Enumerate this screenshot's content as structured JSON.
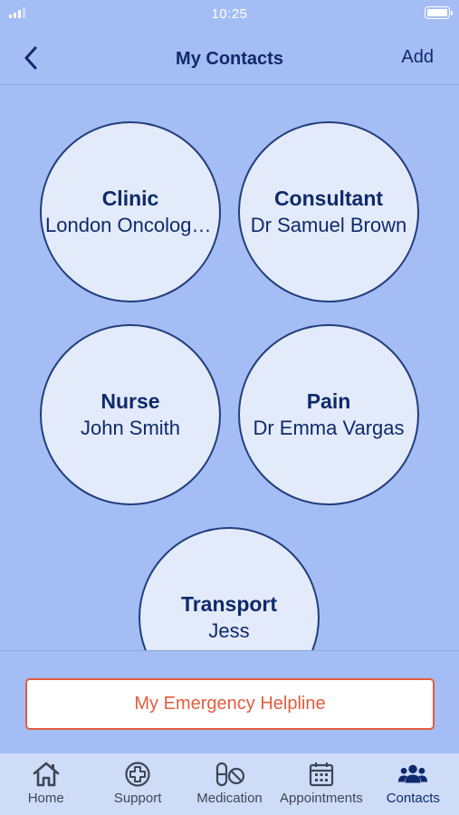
{
  "status_bar": {
    "time": "10:25"
  },
  "nav": {
    "title": "My Contacts",
    "add_label": "Add"
  },
  "contacts": [
    {
      "role": "Clinic",
      "name": "London Oncology Clinic"
    },
    {
      "role": "Consultant",
      "name": "Dr Samuel Brown"
    },
    {
      "role": "Nurse",
      "name": "John Smith"
    },
    {
      "role": "Pain",
      "name": "Dr Emma Vargas"
    },
    {
      "role": "Transport",
      "name": "Jess"
    }
  ],
  "emergency": {
    "label": "My Emergency Helpline"
  },
  "tabs": [
    {
      "label": "Home",
      "icon": "home-icon"
    },
    {
      "label": "Support",
      "icon": "plus-circle-icon"
    },
    {
      "label": "Medication",
      "icon": "pills-icon"
    },
    {
      "label": "Appointments",
      "icon": "calendar-icon"
    },
    {
      "label": "Contacts",
      "icon": "people-icon",
      "active": true
    }
  ],
  "colors": {
    "background": "#a4bdf4",
    "circle_fill": "#e3ebfb",
    "circle_border": "#213e7c",
    "primary_text": "#0f2a6b",
    "emergency": "#e35c3e",
    "tab_bar": "#cfdcf8"
  }
}
